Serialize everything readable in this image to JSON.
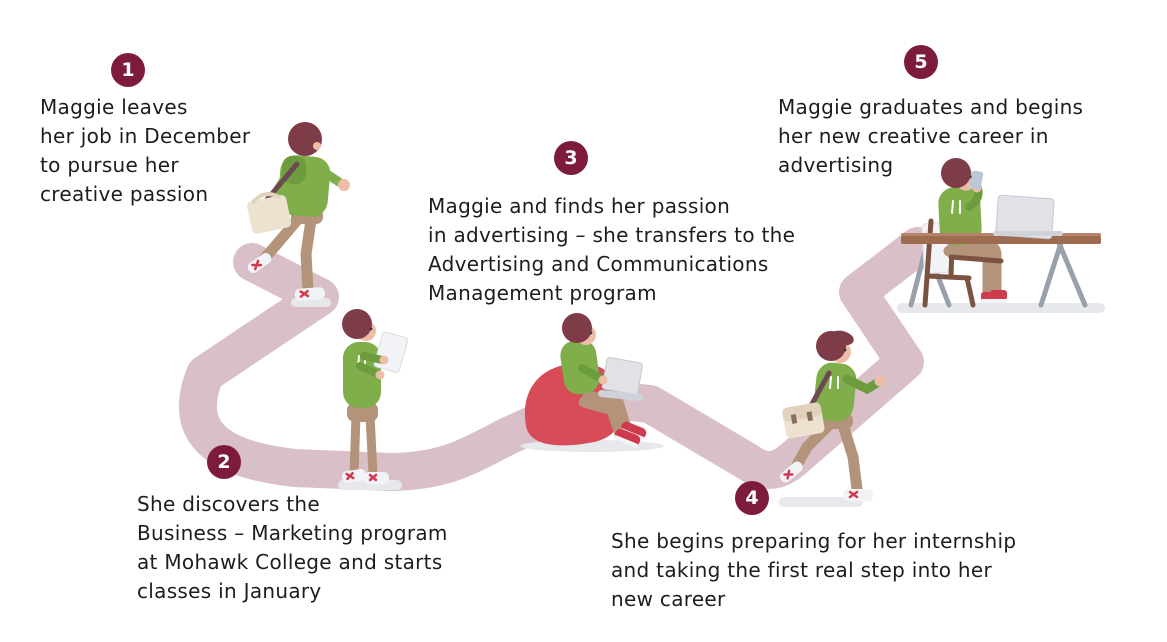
{
  "title": "Maggie's creative career journey infographic",
  "colors": {
    "accent": "#7d1b3f",
    "path": "#d9c0c8",
    "hoodie": "#7fae4a",
    "beanbag": "#d84b59",
    "sneaker": "#cf3a4e",
    "text": "#1d1d1d"
  },
  "steps": [
    {
      "number": "1",
      "text": "Maggie leaves\nher job in December\nto pursue her\ncreative passion"
    },
    {
      "number": "2",
      "text": "She discovers the\nBusiness – Marketing program\nat Mohawk College and starts\nclasses in January"
    },
    {
      "number": "3",
      "text": "Maggie and finds her passion\nin advertising – she transfers to the\nAdvertising and Communications\nManagement program"
    },
    {
      "number": "4",
      "text": "She begins preparing for her internship\nand taking the first real step into her\nnew career"
    },
    {
      "number": "5",
      "text": "Maggie graduates and begins\nher new creative career in\nadvertising"
    }
  ],
  "figures": [
    {
      "name": "maggie-running-with-tote-bag"
    },
    {
      "name": "maggie-standing-reading-tablet"
    },
    {
      "name": "maggie-sitting-on-beanbag-with-laptop"
    },
    {
      "name": "maggie-running-with-satchel"
    },
    {
      "name": "maggie-at-desk-on-phone-with-laptop"
    }
  ]
}
